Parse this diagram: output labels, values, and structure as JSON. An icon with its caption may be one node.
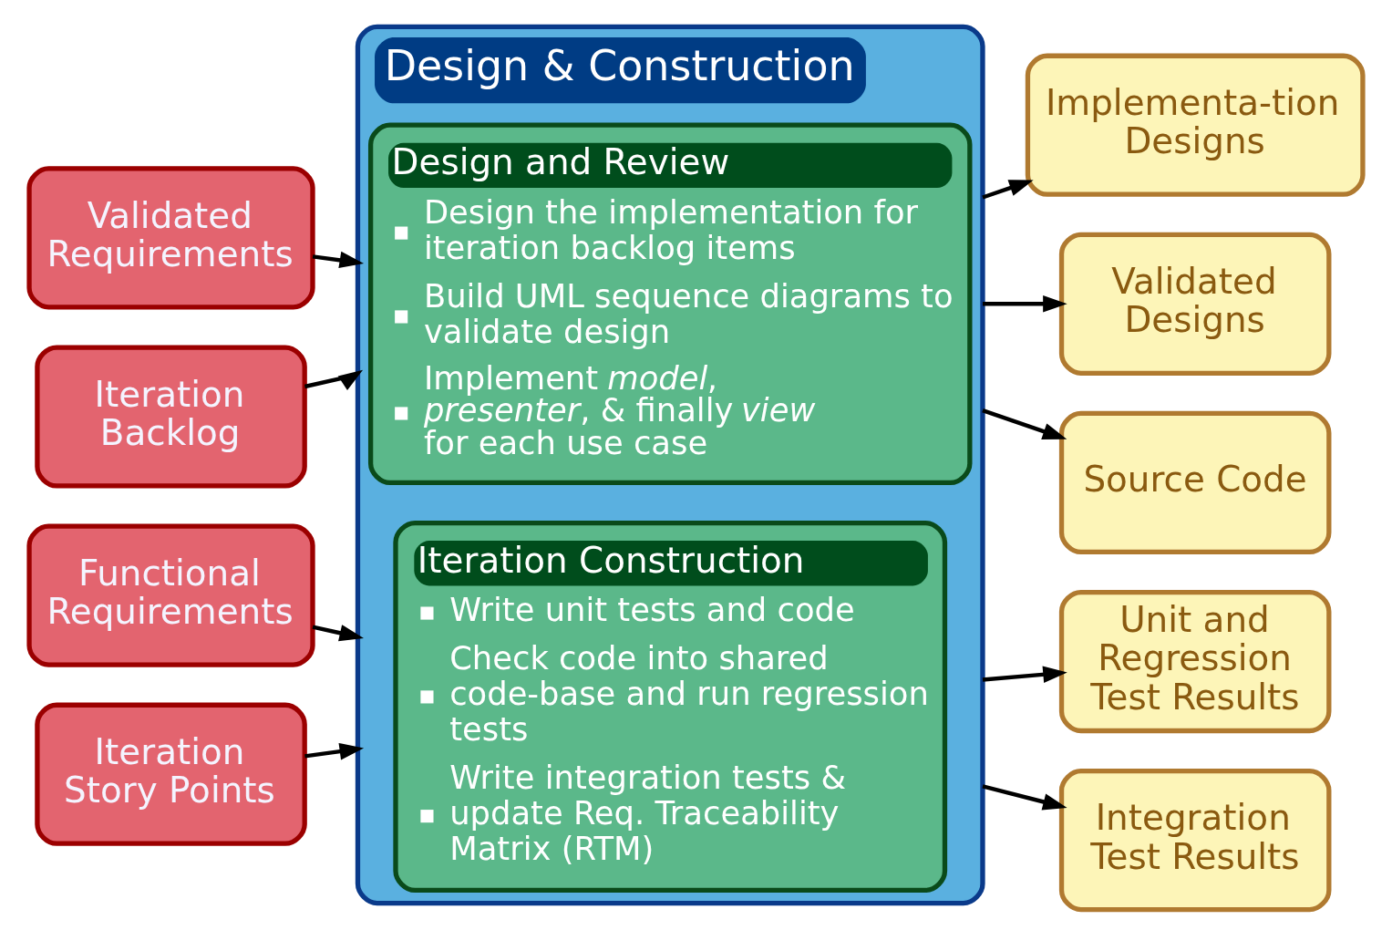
{
  "diagram": {
    "nodes": [
      {
        "text": [
          "Validated Requirements"
        ]
      },
      {
        "text": [
          "Iteration Backlog"
        ]
      },
      {
        "text": [
          "Functional Requirements"
        ]
      },
      {
        "text": [
          "Iteration Story Points"
        ]
      },
      {
        "text": [
          "Design & Construction"
        ]
      },
      {
        "text": [
          "Design and Review",
          "Design the implementation for iteration backlog items",
          "Build UML sequence diagrams to validate design",
          "Implement *model*, *presenter*, & finally *view* for each use case"
        ],
        "in": 4
      },
      {
        "text": [
          "Iteration Construction",
          "Write unit tests and code",
          "Check code into shared code-base and run regression tests",
          "Write integration tests & update Req. Traceability Matrix (RTM)"
        ],
        "in": 4
      },
      {
        "text": [
          "Implementa-tion Designs"
        ]
      },
      {
        "text": [
          "Validated Designs"
        ]
      },
      {
        "text": [
          "Source Code"
        ]
      },
      {
        "text": [
          "Unit and Regression Test Results"
        ]
      },
      {
        "text": [
          "Integration Test Results"
        ]
      }
    ],
    "edges": [
      {
        "from": 0,
        "to": 4,
        "arrow": "to"
      },
      {
        "from": 1,
        "to": 4,
        "arrow": "to"
      },
      {
        "from": 2,
        "to": 4,
        "arrow": "to"
      },
      {
        "from": 3,
        "to": 4,
        "arrow": "to"
      },
      {
        "from": 4,
        "to": 7,
        "arrow": "to"
      },
      {
        "from": 4,
        "to": 8,
        "arrow": "to"
      },
      {
        "from": 4,
        "to": 9,
        "arrow": "to"
      },
      {
        "from": 4,
        "to": 10,
        "arrow": "to"
      },
      {
        "from": 4,
        "to": 11,
        "arrow": "to"
      }
    ]
  }
}
